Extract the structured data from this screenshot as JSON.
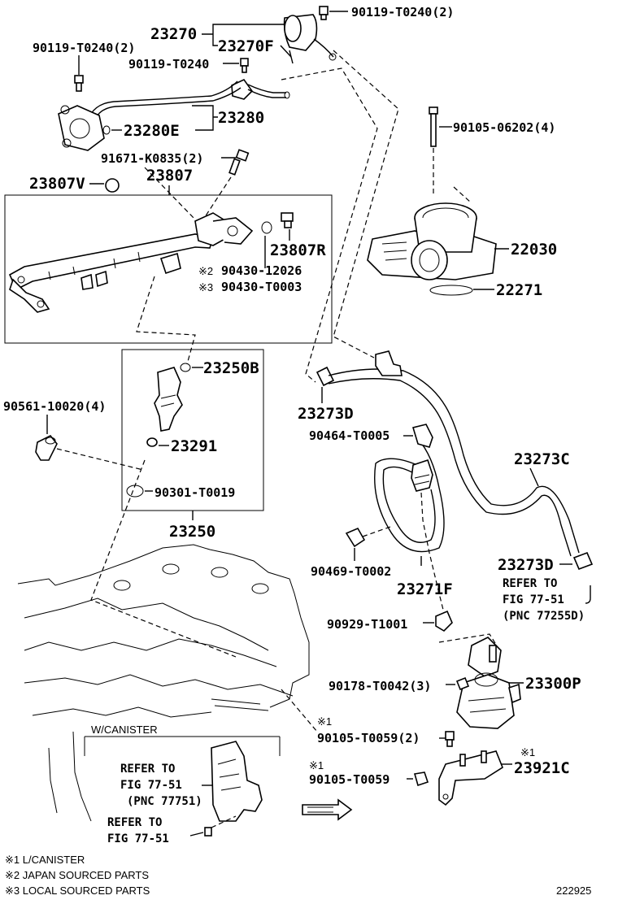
{
  "labels": {
    "p90119_2_top": "90119-T0240(2)",
    "p23270": "23270",
    "p23270F": "23270F",
    "p90119_2_left": "90119-T0240(2)",
    "p90119_single": "90119-T0240",
    "p23280": "23280",
    "p23280E": "23280E",
    "p90105_06202": "90105-06202(4)",
    "p91671": "91671-K0835(2)",
    "p23807": "23807",
    "p23807V": "23807V",
    "p23807R": "23807R",
    "p22030": "22030",
    "p22271": "22271",
    "p90430_12026": "90430-12026",
    "p90430_T0003": "90430-T0003",
    "p23250B": "23250B",
    "p90561": "90561-10020(4)",
    "p23291": "23291",
    "p90301": "90301-T0019",
    "p23250": "23250",
    "p23273D_top": "23273D",
    "p90464": "90464-T0005",
    "p23273C": "23273C",
    "p23273D_right": "23273D",
    "p90469": "90469-T0002",
    "p23271F": "23271F",
    "p90929": "90929-T1001",
    "p90178": "90178-T0042(3)",
    "p23300P": "23300P",
    "p90105_T0059_2": "90105-T0059(2)",
    "p90105_T0059": "90105-T0059",
    "p23921C": "23921C",
    "mark1_a": "※1",
    "mark1_b": "※1",
    "mark1_c": "※1",
    "mark2": "※2",
    "mark3": "※3"
  },
  "refer_right": {
    "line1": "REFER TO",
    "line2": "FIG 77-51",
    "line3": "(PNC 77255D)"
  },
  "canister_box": {
    "title": "W/CANISTER",
    "ref1_line1": "REFER TO",
    "ref1_line2": "FIG 77-51",
    "ref1_line3": "(PNC 77751)",
    "ref2_line1": "REFER TO",
    "ref2_line2": "FIG 77-51"
  },
  "footnotes": [
    "※1 L/CANISTER",
    "※2 JAPAN SOURCED PARTS",
    "※3 LOCAL SOURCED PARTS"
  ],
  "diagram_number": "222925"
}
